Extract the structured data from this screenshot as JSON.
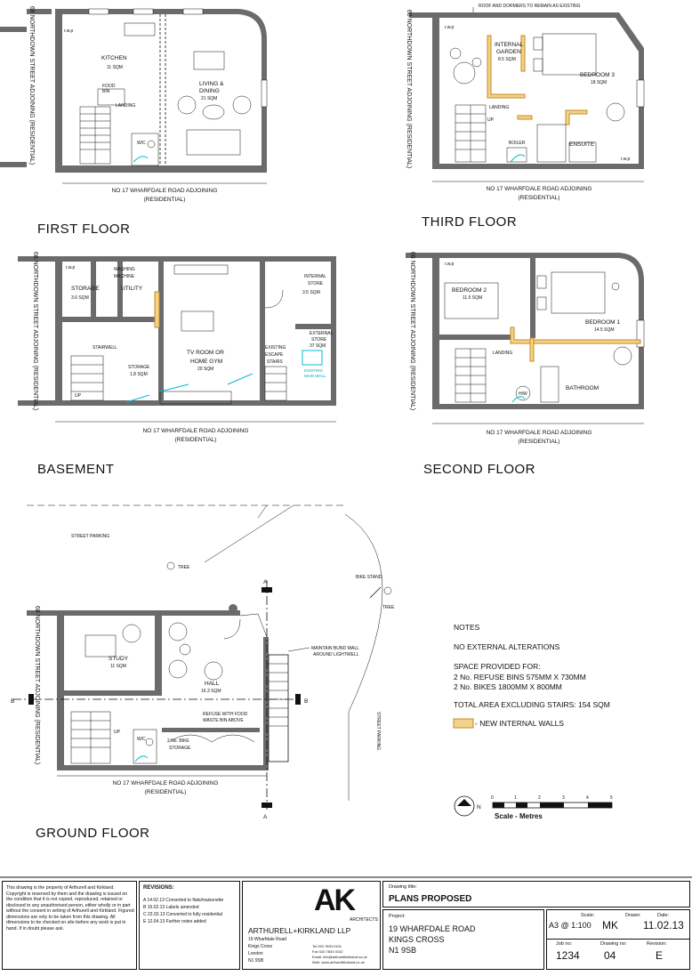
{
  "floors": {
    "first": "FIRST FLOOR",
    "third": "THIRD FLOOR",
    "basement": "BASEMENT",
    "second": "SECOND FLOOR",
    "ground": "GROUND FLOOR"
  },
  "adjoining": {
    "northdown": "68 NORTHDOWN STREET ADJOINING (RESIDENTIAL)",
    "wharfdale_1": "NO 17 WHARFDALE ROAD ADJOINING",
    "wharfdale_2": "(RESIDENTIAL)"
  },
  "rooms": {
    "kitchen": "KITCHEN",
    "kitchen_area": "11 SQM",
    "food_bin": "FOOD",
    "food_bin_2": "BIN",
    "living": "LIVING &",
    "living_2": "DINING",
    "living_area": "21 SQM",
    "landing": "LANDING",
    "wc": "W/C",
    "up": "UP",
    "rwp": "r.w.p",
    "internal_garden": "INTERNAL",
    "internal_garden_2": "GARDEN",
    "internal_garden_area": "8.5 SQM",
    "bedroom3": "BEDROOM 3",
    "bedroom3_area": "18 SQM",
    "boiler": "BOILER",
    "ensuite": "ENSUITE",
    "roof_note": "ROOF AND DORMERS TO REMAIN AS EXISTING",
    "storage": "STORAGE",
    "storage_area": "3.6 SQM",
    "washing": "WASHING",
    "washing_2": "MACHINE",
    "utility": "UTILITY",
    "tv_room": "TV ROOM OR",
    "tv_room_2": "HOME GYM",
    "tv_area": "20 SQM",
    "internal_store": "INTERNAL",
    "internal_store_2": "STORE",
    "internal_store_area": "3.5 SQM",
    "external_store": "EXTERNAL",
    "external_store_2": "STORE",
    "external_store_area": "37 SQM",
    "existing": "EXISTING",
    "existing_2": "MAIN WALL",
    "escape": "EXISTING",
    "escape_2": "ESCAPE",
    "escape_3": "STAIRS",
    "stairwell": "STAIRWELL",
    "storage2": "STORAGE",
    "storage2_area": "1.8 SQM",
    "bedroom2": "BEDROOM 2",
    "bedroom2_area": "11.5 SQM",
    "bedroom1": "BEDROOM 1",
    "bedroom1_area": "14.5 SQM",
    "bathroom": "BATHROOM",
    "hw": "H/W",
    "study": "STUDY",
    "study_area": "11 SQM",
    "hall": "HALL",
    "hall_area": "16.3 SQM",
    "refuse": "REFUSE WITH FOOD",
    "refuse_2": "WASTE BIN ABOVE",
    "bike_storage": "2 No. BIKE",
    "bike_storage_2": "STORAGE",
    "street_parking": "STREET PARKING",
    "tree": "TREE",
    "bike_stand": "BIKE STAND",
    "maintain_wall": "MAINTAIN BUND WALL",
    "maintain_wall_2": "AROUND LIGHTWELL",
    "section_a": "A",
    "section_b": "B"
  },
  "notes": {
    "heading": "NOTES",
    "line1": "NO EXTERNAL ALTERATIONS",
    "line2": "SPACE PROVIDED FOR:",
    "line3": "2 No. REFUSE BINS 575MM X 730MM",
    "line4": "2 No. BIKES 1800MM X 800MM",
    "line5": "TOTAL AREA EXCLUDING STAIRS: 154 SQM",
    "legend": "- NEW INTERNAL WALLS"
  },
  "scale_bar": {
    "ticks": [
      "0",
      "1",
      "2",
      "3",
      "4",
      "5"
    ],
    "label": "Scale - Metres",
    "north": "N"
  },
  "title_block": {
    "copyright": "This drawing is the property of Arthurell and Kirkland. Copyright is reserved by them and the drawing is issued on the condition that it is not copied, reproduced, retained or disclosed to any unauthorised person, either wholly or in part without the consent in writing of Arthurell and Kirkland. Figured dimensions are only to be taken from this drawing. All dimensions to be checked on site before any work is put in hand. If in doubt please ask.",
    "revisions_head": "REVISIONS:",
    "revisions": [
      "A  14.02.13  Converted to flats/maisonette",
      "B  15.02.13  Labels amended",
      "C  22.02.13  Converted to fully residential",
      "E  12.04.13  Further notes added"
    ],
    "firm_logo": "AK",
    "firm_sub": "ARCHITECTS",
    "firm_name": "ARTHURELL+KIRKLAND LLP",
    "address": [
      "19 Wharfdale Road",
      "Kings Cross",
      "London",
      "N1 9SB"
    ],
    "contact": [
      "Tel 020 7833 0101",
      "Fax 020 7833 0102",
      "Email: info@arthurellkirkland.co.uk",
      "Web: www.arthurellkirkland.co.uk"
    ],
    "drawing_title_label": "Drawing title:",
    "drawing_title": "PLANS PROPOSED",
    "project_label": "Project:",
    "project": [
      "19 WHARFDALE ROAD",
      "KINGS CROSS",
      "N1 9SB"
    ],
    "scale_label": "Scale:",
    "scale": "A3 @ 1:100",
    "drawn_label": "Drawn:",
    "drawn": "MK",
    "date_label": "Date:",
    "date": "11.02.13",
    "job_label": "Job no:",
    "job": "1234",
    "drawing_no_label": "Drawing no:",
    "drawing_no": "04",
    "revision_label": "Revision:",
    "revision": "E"
  }
}
